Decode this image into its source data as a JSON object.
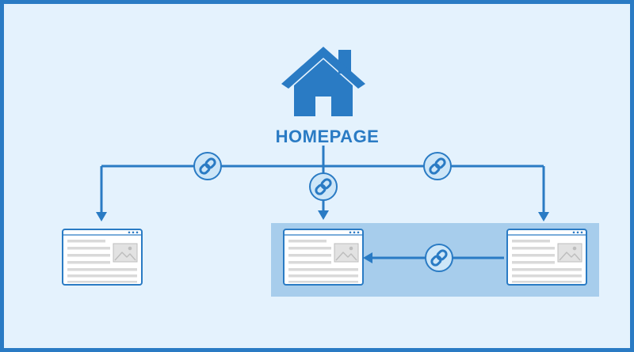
{
  "diagram": {
    "title": "HOMEPAGE",
    "colors": {
      "primary": "#2a7bc4",
      "background": "#e4f2fd",
      "highlight": "#a7cdec",
      "page_fill": "#ffffff",
      "placeholder": "#d9d9d9"
    },
    "nodes": [
      {
        "id": "homepage",
        "icon": "house-icon"
      },
      {
        "id": "page-left",
        "icon": "webpage-icon"
      },
      {
        "id": "page-center",
        "icon": "webpage-icon"
      },
      {
        "id": "page-right",
        "icon": "webpage-icon"
      }
    ],
    "links": [
      {
        "from": "homepage",
        "to": "page-left",
        "icon": "link-icon"
      },
      {
        "from": "homepage",
        "to": "page-center",
        "icon": "link-icon"
      },
      {
        "from": "homepage",
        "to": "page-right",
        "icon": "link-icon"
      },
      {
        "from": "page-right",
        "to": "page-center",
        "icon": "link-icon"
      }
    ],
    "group": {
      "members": [
        "page-center",
        "page-right"
      ]
    }
  }
}
